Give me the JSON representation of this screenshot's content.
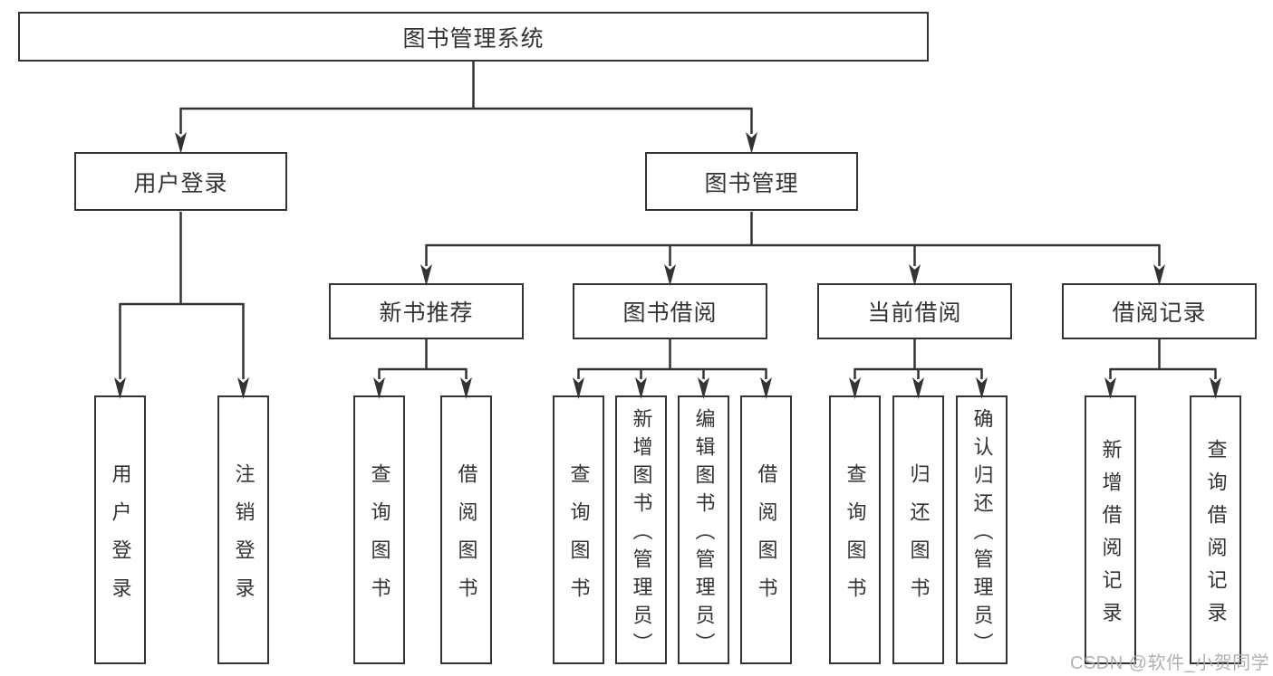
{
  "diagram": {
    "root": {
      "label": "图书管理系统"
    },
    "branches": [
      {
        "label": "用户登录",
        "children": [
          {
            "label": "用户登录"
          },
          {
            "label": "注销登录"
          }
        ]
      },
      {
        "label": "图书管理",
        "children": [
          {
            "label": "新书推荐",
            "children": [
              {
                "label": "查询图书"
              },
              {
                "label": "借阅图书"
              }
            ]
          },
          {
            "label": "图书借阅",
            "children": [
              {
                "label": "查询图书"
              },
              {
                "label": "新增图书（管理员）"
              },
              {
                "label": "编辑图书（管理员）"
              },
              {
                "label": "借阅图书"
              }
            ]
          },
          {
            "label": "当前借阅",
            "children": [
              {
                "label": "查询图书"
              },
              {
                "label": "归还图书"
              },
              {
                "label": "确认归还（管理员）"
              }
            ]
          },
          {
            "label": "借阅记录",
            "children": [
              {
                "label": "新增借阅记录"
              },
              {
                "label": "查询借阅记录"
              }
            ]
          }
        ]
      }
    ]
  },
  "watermark": {
    "text": "CSDN @软件_小贺同学"
  },
  "colors": {
    "line": "#333333",
    "text": "#333333",
    "background": "#ffffff",
    "watermark": "#ababab"
  }
}
